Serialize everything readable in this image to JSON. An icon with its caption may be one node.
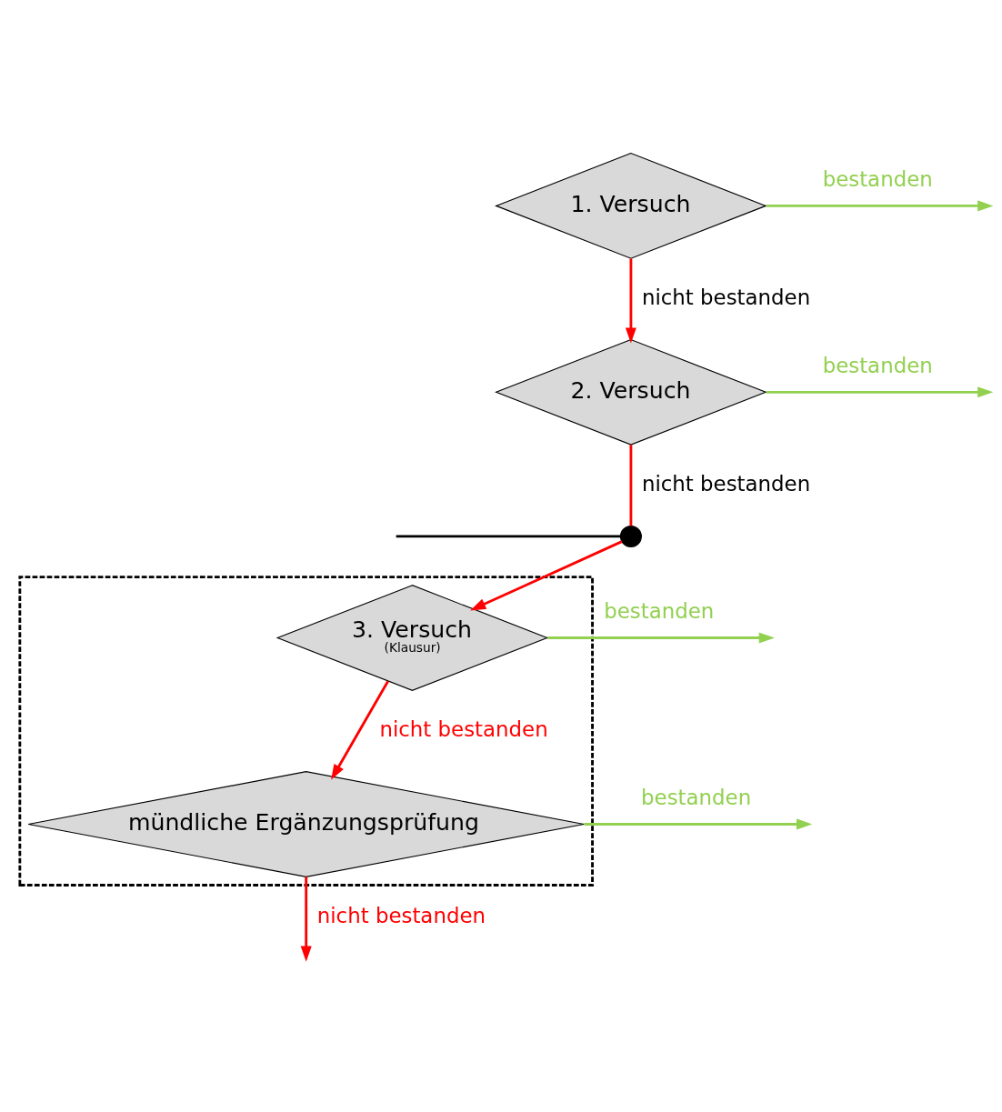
{
  "diagram": {
    "nodes": [
      {
        "text": [
          "1. Versuch"
        ]
      },
      {
        "text": [
          "2. Versuch"
        ]
      },
      {
        "text": [],
        "shape": "circle"
      },
      {
        "text": [],
        "shape": "box"
      },
      {
        "text": [
          "3. Versuch",
          "(Klausur)"
        ],
        "in": 3
      },
      {
        "text": [
          "mündliche Ergänzungsprüfung"
        ],
        "in": 3
      }
    ],
    "edges": [
      {
        "from": 0,
        "to": null,
        "arrow": "to",
        "label": "bestanden",
        "color": "#92d050"
      },
      {
        "from": 0,
        "to": 1,
        "arrow": "to",
        "label": "nicht bestanden"
      },
      {
        "from": 1,
        "to": null,
        "arrow": "to",
        "label": "bestanden",
        "color": "#92d050"
      },
      {
        "from": 1,
        "to": 2,
        "arrow": "none",
        "label": "nicht bestanden"
      },
      {
        "from": null,
        "to": 2,
        "arrow": "none",
        "color": "#000000"
      },
      {
        "from": 2,
        "to": 4,
        "arrow": "to"
      },
      {
        "from": 4,
        "to": null,
        "arrow": "to",
        "label": "bestanden",
        "color": "#92d050"
      },
      {
        "from": 4,
        "to": 5,
        "arrow": "to",
        "label": "nicht bestanden"
      },
      {
        "from": 5,
        "to": null,
        "arrow": "to",
        "label": "bestanden",
        "color": "#92d050"
      },
      {
        "from": 5,
        "to": null,
        "arrow": "to",
        "label": "nicht bestanden"
      }
    ]
  }
}
